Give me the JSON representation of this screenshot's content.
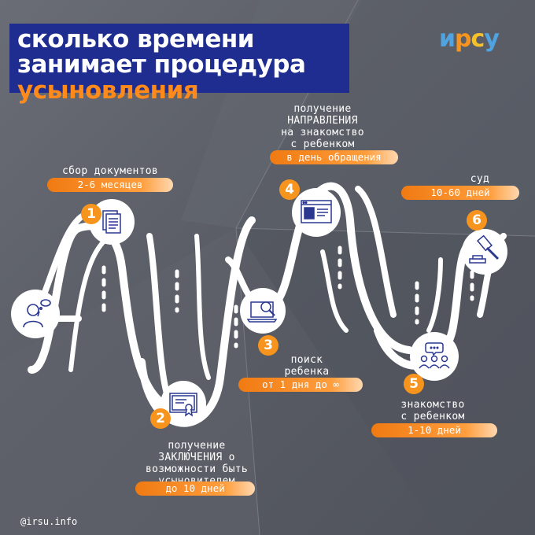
{
  "title": {
    "line1": "сколько времени",
    "line2": "занимает процедура",
    "line3": "усыновления"
  },
  "logo": {
    "p1": "и",
    "p2": "р",
    "p3": "с",
    "p4": "у"
  },
  "steps": [
    {
      "number": "1",
      "label_lines": [
        "сбор документов"
      ],
      "duration": "2-6 месяцев",
      "icon": "documents-icon"
    },
    {
      "number": "2",
      "label_lines": [
        "получение",
        "ЗАКЛЮЧЕНИЯ о",
        "возможности быть",
        "усыновителем"
      ],
      "duration": "до 10 дней",
      "icon": "certificate-icon"
    },
    {
      "number": "3",
      "label_lines": [
        "поиск",
        "ребенка"
      ],
      "duration": "от 1 дня до ∞",
      "icon": "laptop-search-icon"
    },
    {
      "number": "4",
      "label_lines": [
        "получение",
        "НАПРАВЛЕНИЯ",
        "на знакомство",
        "с ребенком"
      ],
      "duration": "в день обращения",
      "icon": "profile-card-icon"
    },
    {
      "number": "5",
      "label_lines": [
        "знакомство",
        "с ребенком"
      ],
      "duration": "1-10 дней",
      "icon": "meeting-icon"
    },
    {
      "number": "6",
      "label_lines": [
        "суд"
      ],
      "duration": "10-60 дней",
      "icon": "gavel-icon"
    }
  ],
  "start_icon": "thinking-person-icon",
  "footer": "@irsu.info",
  "colors": {
    "title_bg": "#1e2d8f",
    "accent": "#f7941d",
    "background": "#5d6068"
  }
}
